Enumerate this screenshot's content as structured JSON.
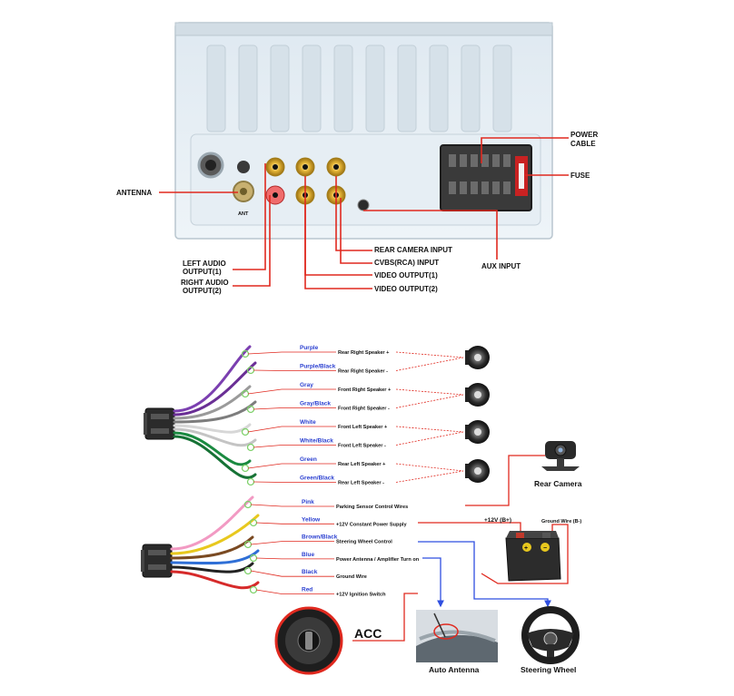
{
  "rear_panel": {
    "callouts": {
      "antenna": "ANTENNA",
      "power_cable": [
        "POWER",
        "CABLE"
      ],
      "fuse": "FUSE",
      "rear_camera_input": "REAR CAMERA INPUT",
      "cvbs_input": "CVBS(RCA) INPUT",
      "video_output_1": "VIDEO OUTPUT(1)",
      "video_output_2": "VIDEO OUTPUT(2)",
      "aux_input": "AUX INPUT",
      "left_audio_output": [
        "LEFT AUDIO",
        "OUTPUT(1)"
      ],
      "right_audio_output": [
        "RIGHT AUDIO",
        "OUTPUT(2)"
      ]
    },
    "panel_text": {
      "ant": "ANT"
    }
  },
  "harness_a": {
    "wires": [
      {
        "name": "Purple",
        "function": "Rear Right Speaker +",
        "color": "#7b3fb0"
      },
      {
        "name": "Purple/Black",
        "function": "Rear Right Speaker -",
        "color": "#6a2f95"
      },
      {
        "name": "Gray",
        "function": "Front Right Speaker +",
        "color": "#9a9a9a"
      },
      {
        "name": "Gray/Black",
        "function": "Front Right Speaker -",
        "color": "#7d7d7d"
      },
      {
        "name": "White",
        "function": "Front Left Speaker +",
        "color": "#d7d7d7"
      },
      {
        "name": "White/Black",
        "function": "Front Left Speaker -",
        "color": "#c4c4c4"
      },
      {
        "name": "Green",
        "function": "Rear Left Speaker +",
        "color": "#1a8a40"
      },
      {
        "name": "Green/Black",
        "function": "Rear Left Speaker -",
        "color": "#167235"
      }
    ]
  },
  "harness_b": {
    "wires": [
      {
        "name": "Pink",
        "function": "Parking Sensor Control Wires",
        "color": "#f29ac3"
      },
      {
        "name": "Yellow",
        "function": "+12V Constant Power Supply",
        "color": "#e8c81e"
      },
      {
        "name": "Brown/Black",
        "function": "Steering Wheel Control",
        "color": "#7a4a22"
      },
      {
        "name": "Blue",
        "function": "Power Antenna / Amplifier Turn on",
        "color": "#2f6fd6"
      },
      {
        "name": "Black",
        "function": "Ground Wire",
        "color": "#222222"
      },
      {
        "name": "Red",
        "function": "+12V Ignition Switch",
        "color": "#d62a2a"
      }
    ]
  },
  "devices": {
    "rear_camera": "Rear Camera",
    "battery_plus": "+12V (B+)",
    "battery_ground": "Ground Wire (B-)",
    "acc": "ACC",
    "auto_antenna": "Auto Antenna",
    "steering_wheel": "Steering Wheel"
  },
  "colors": {
    "callout_red": "#e0291f",
    "wire_label_blue": "#2a3fd0",
    "connector_green": "#7fd16b",
    "panel_face": "#e9f1f7"
  }
}
